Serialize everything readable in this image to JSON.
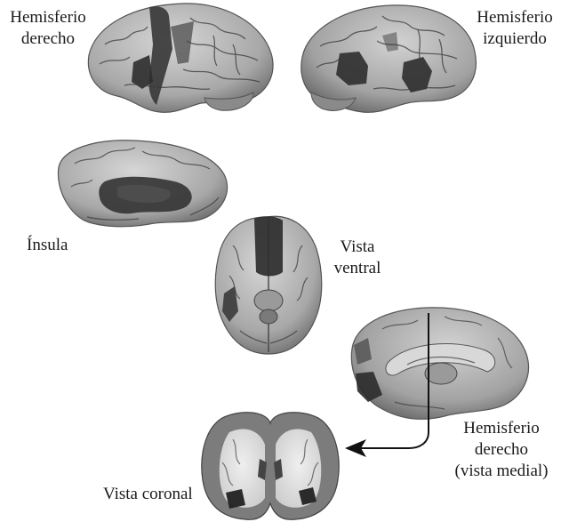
{
  "labels": {
    "right_hemisphere": [
      "Hemisferio",
      "derecho"
    ],
    "left_hemisphere": [
      "Hemisferio",
      "izquierdo"
    ],
    "insula": "Ínsula",
    "ventral_view": [
      "Vista",
      "ventral"
    ],
    "medial_view": [
      "Hemisferio",
      "derecho",
      "(vista medial)"
    ],
    "coronal_view": "Vista coronal"
  },
  "colors": {
    "cortex_light": "#bdbdbd",
    "cortex_mid": "#8f8f8f",
    "highlight_dark": "#2e2e2e",
    "highlight_mid": "#5a5a5a",
    "sulcus_line": "#3a3a3a",
    "arrow": "#111111"
  }
}
